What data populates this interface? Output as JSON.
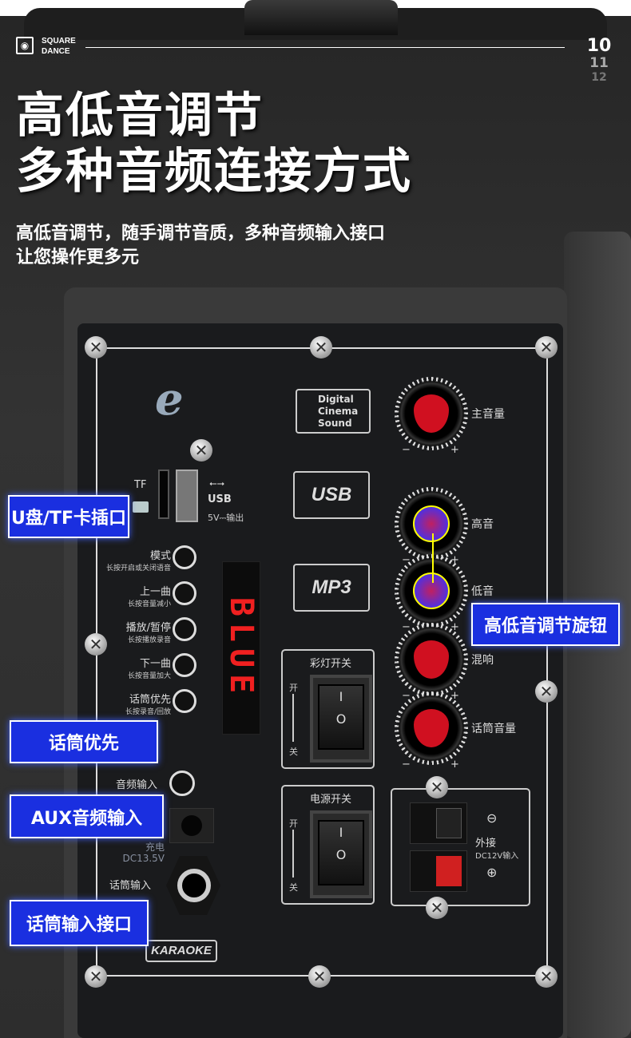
{
  "brand": {
    "line1": "SQUARE",
    "line2": "DANCE",
    "icon": "speaker-icon"
  },
  "page_numbers": [
    "10",
    "11",
    "12"
  ],
  "headline": {
    "line1": "高低音调节",
    "line2": "多种音频连接方式"
  },
  "subtitle": {
    "line1": "高低音调节，随手调节音质，多种音频输入接口",
    "line2": "让您操作更多元"
  },
  "panel": {
    "tf_label": "TF",
    "usb_label": "USB",
    "usb_output": "5V⎓输出",
    "buttons": [
      {
        "label": "模式",
        "hint": "长按开启或关闭语音"
      },
      {
        "label": "上一曲",
        "hint": "长按音量减小"
      },
      {
        "label": "播放/暂停",
        "hint": "长按播放录音"
      },
      {
        "label": "下一曲",
        "hint": "长按音量加大"
      },
      {
        "label": "话筒优先",
        "hint": "长按录音/回放"
      }
    ],
    "display_text": "BLUE",
    "logos": {
      "digital": [
        "Digital",
        "Cinema",
        "Sound"
      ],
      "usb": "USB",
      "mp3": "MP3",
      "karaoke": "KARAOKE"
    },
    "knobs": [
      {
        "label": "主音量"
      },
      {
        "label": "高音"
      },
      {
        "label": "低音"
      },
      {
        "label": "混响"
      },
      {
        "label": "话筒音量"
      }
    ],
    "minus": "−",
    "plus": "+",
    "light_switch": {
      "title": "彩灯开关",
      "on": "开",
      "off": "关"
    },
    "power_switch": {
      "title": "电源开关",
      "on": "开",
      "off": "关"
    },
    "switch_marks": {
      "on": "I",
      "off": "O"
    },
    "audio_in": "音频输入",
    "charge": {
      "label": "充电",
      "spec": "DC13.5V"
    },
    "mic_in": "话筒输入",
    "dc_input": {
      "minus": "⊖",
      "plus": "⊕",
      "label1": "外接",
      "label2": "DC12V输入"
    }
  },
  "callouts": {
    "usb_tf": "U盘/TF卡插口",
    "mic_priority": "话筒优先",
    "aux": "AUX音频输入",
    "mic_input": "话筒输入接口",
    "tone_knobs": "高低音调节旋钮"
  },
  "colors": {
    "callout": "#1a2fe0",
    "knob": "#d01020",
    "display": "#f02020"
  }
}
